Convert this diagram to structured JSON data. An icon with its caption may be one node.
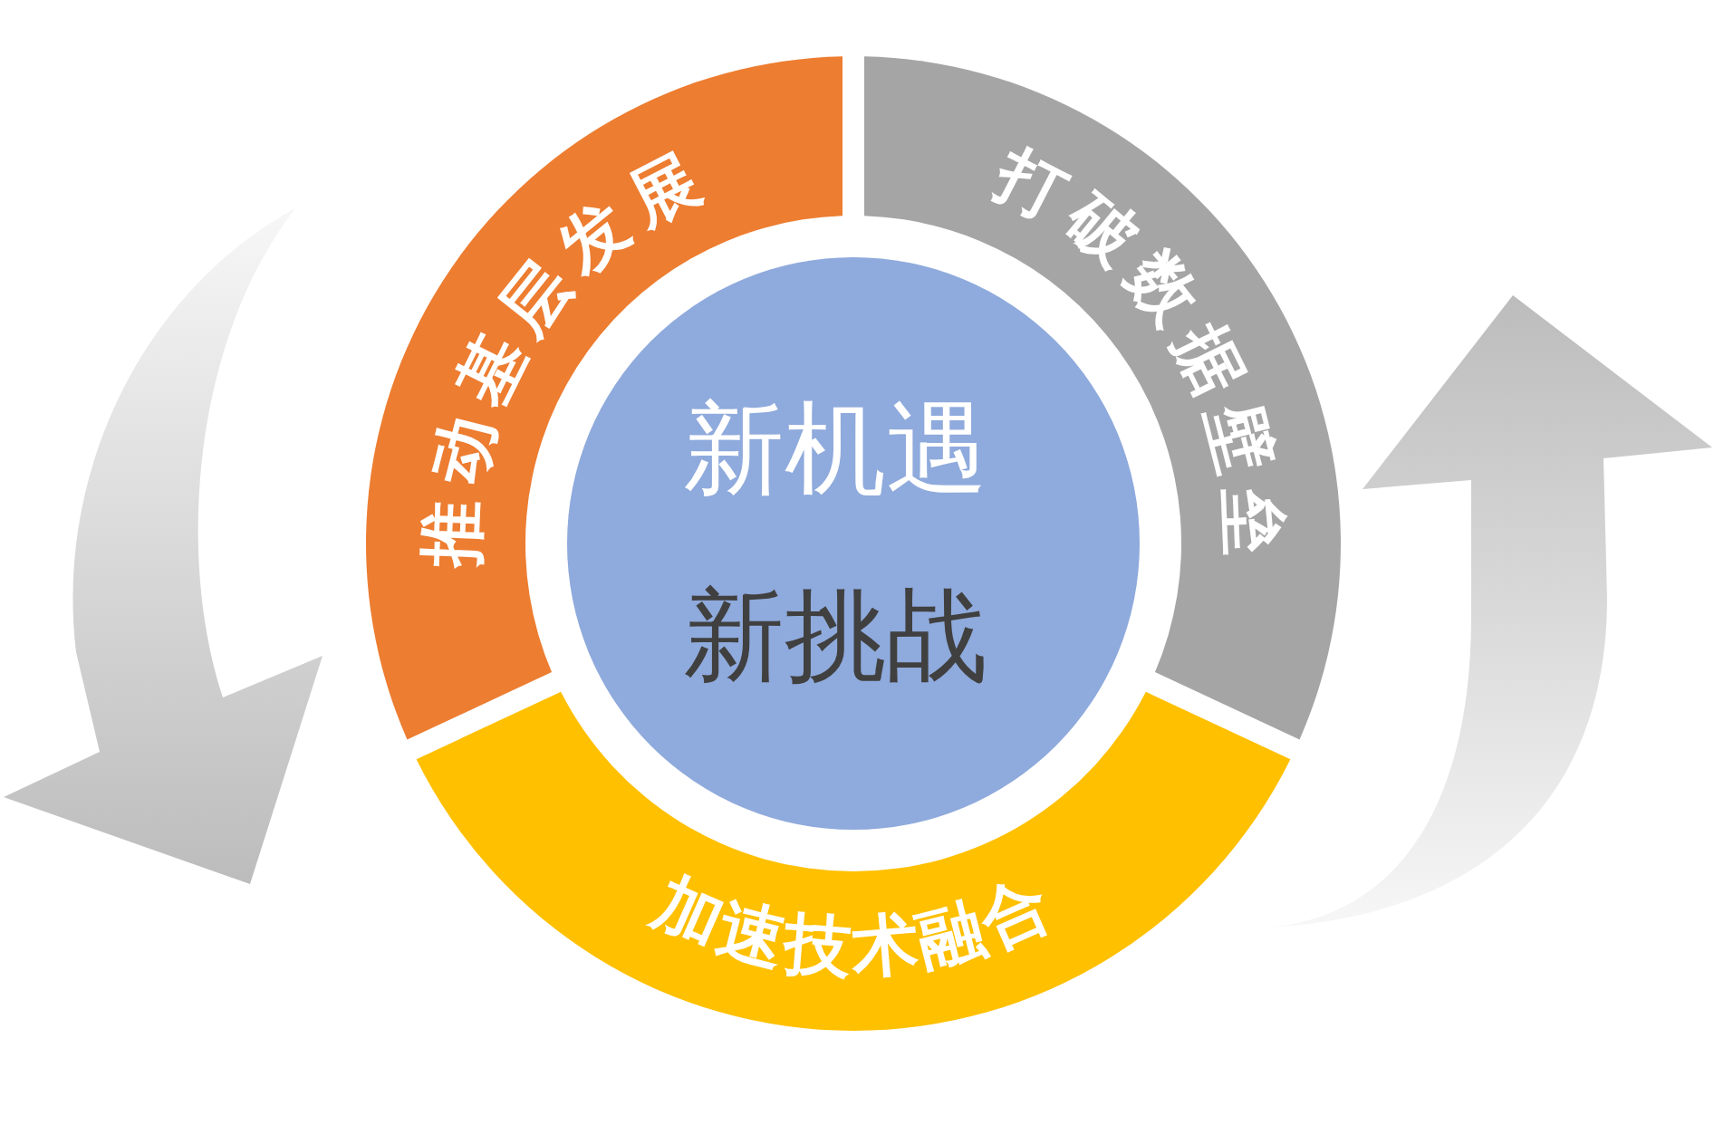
{
  "diagram": {
    "nodes": [
      {
        "text": [
          "新机遇",
          "新挑战"
        ]
      },
      {
        "text": [
          "推动基层发展"
        ]
      },
      {
        "text": [
          "打破数据壁垒"
        ]
      },
      {
        "text": [
          "加速技术融合"
        ]
      }
    ]
  }
}
